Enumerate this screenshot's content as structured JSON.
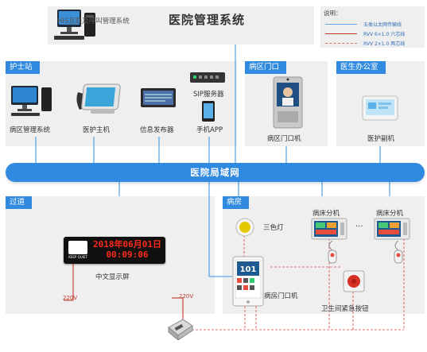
{
  "header": {
    "system_title": "医院管理系统",
    "his_label": "HIS互联及呼叫管理系统"
  },
  "legend": {
    "title": "说明：",
    "items": [
      {
        "label": "五类以太网传输线",
        "color": "#5aa7e8"
      },
      {
        "label": "RVV 6×1.0 六芯线",
        "color": "#c0392b"
      },
      {
        "label": "RVV 2×1.0 两芯线",
        "color": "#e07070"
      }
    ]
  },
  "network": {
    "label": "医院局域网"
  },
  "nurse_station": {
    "title": "护士站",
    "devices": [
      {
        "label": "病区管理系统"
      },
      {
        "label": "医护主机"
      },
      {
        "label": "信息发布器"
      },
      {
        "label": "SIP服务器"
      },
      {
        "label": "手机APP"
      }
    ]
  },
  "ward_door": {
    "title": "病区门口",
    "device_label": "病区门口机"
  },
  "doctor_office": {
    "title": "医生办公室",
    "device_label": "医护副机"
  },
  "corridor": {
    "title": "过道",
    "display_label": "中文显示屏",
    "led_line1": "2018年06月01日",
    "led_line2": "00:09:06",
    "led_logo": "KEEP QUIET",
    "voltage_display": "220V",
    "voltage_power": "220V"
  },
  "ward": {
    "title": "病房",
    "lamp_label": "三色灯",
    "bed_unit_1": "病床分机",
    "bed_unit_2": "病床分机",
    "ellipsis": "···",
    "room_door_label": "病房门口机",
    "room_number": "101",
    "emergency_label": "卫生间紧急按钮"
  }
}
